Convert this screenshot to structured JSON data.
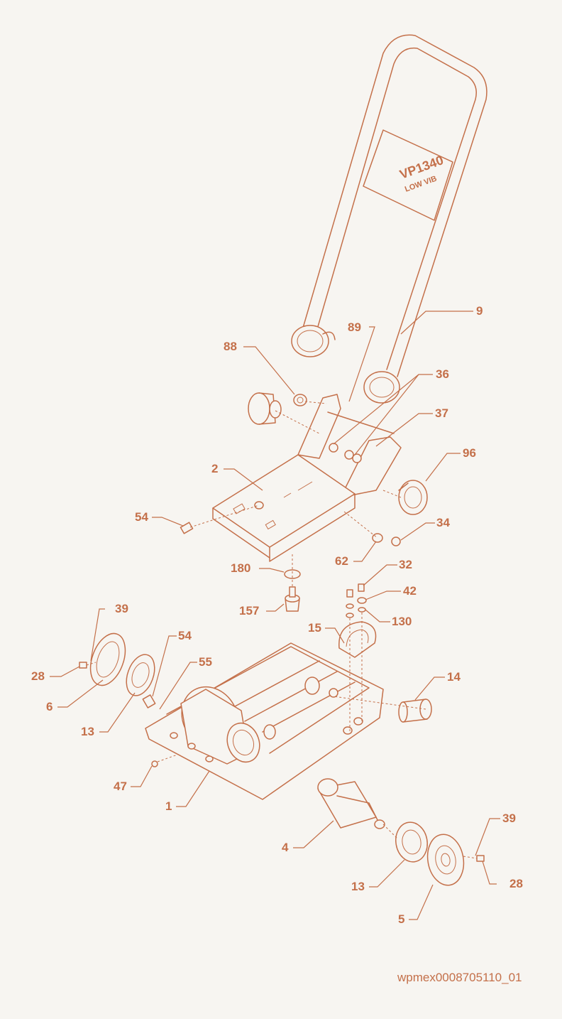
{
  "handle_decal": {
    "model": "VP1340",
    "subtitle": "LOW VIB"
  },
  "callouts": [
    {
      "id": "c9",
      "label": "9"
    },
    {
      "id": "c89",
      "label": "89"
    },
    {
      "id": "c88",
      "label": "88"
    },
    {
      "id": "c36",
      "label": "36"
    },
    {
      "id": "c37",
      "label": "37"
    },
    {
      "id": "c96",
      "label": "96"
    },
    {
      "id": "c2",
      "label": "2"
    },
    {
      "id": "c54a",
      "label": "54"
    },
    {
      "id": "c34",
      "label": "34"
    },
    {
      "id": "c62",
      "label": "62"
    },
    {
      "id": "c180",
      "label": "180"
    },
    {
      "id": "c32",
      "label": "32"
    },
    {
      "id": "c42",
      "label": "42"
    },
    {
      "id": "c157",
      "label": "157"
    },
    {
      "id": "c130",
      "label": "130"
    },
    {
      "id": "c15",
      "label": "15"
    },
    {
      "id": "c39a",
      "label": "39"
    },
    {
      "id": "c54b",
      "label": "54"
    },
    {
      "id": "c55",
      "label": "55"
    },
    {
      "id": "c28a",
      "label": "28"
    },
    {
      "id": "c14",
      "label": "14"
    },
    {
      "id": "c6",
      "label": "6"
    },
    {
      "id": "c13a",
      "label": "13"
    },
    {
      "id": "c47",
      "label": "47"
    },
    {
      "id": "c1",
      "label": "1"
    },
    {
      "id": "c39b",
      "label": "39"
    },
    {
      "id": "c4",
      "label": "4"
    },
    {
      "id": "c28b",
      "label": "28"
    },
    {
      "id": "c13b",
      "label": "13"
    },
    {
      "id": "c5",
      "label": "5"
    }
  ],
  "reference_code": "wpmex0008705110_01",
  "colors": {
    "line": "#c4704a",
    "background": "#f7f5f1"
  }
}
